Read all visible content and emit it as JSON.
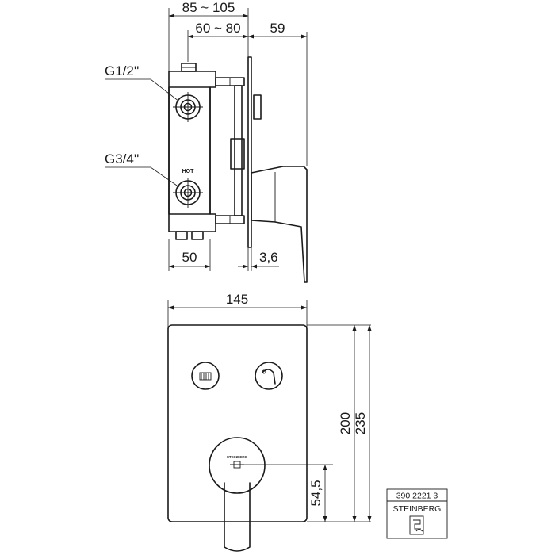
{
  "dimensions": {
    "side_view": {
      "total_depth": "85 ~ 105",
      "body_depth": "60 ~ 80",
      "cover_projection": "59",
      "body_width": "50",
      "plate_thickness": "3,6"
    },
    "front_view": {
      "plate_width": "145",
      "plate_height_inner": "200",
      "plate_height_total": "235",
      "handle_axis_height": "54,5"
    }
  },
  "connections": {
    "upper": "G1/2''",
    "lower": "G3/4''"
  },
  "labels": {
    "hot": "HOT",
    "handle_brand": "STEINBERG"
  },
  "title_block": {
    "article_number": "390 2221 3",
    "brand": "STEINBERG"
  }
}
